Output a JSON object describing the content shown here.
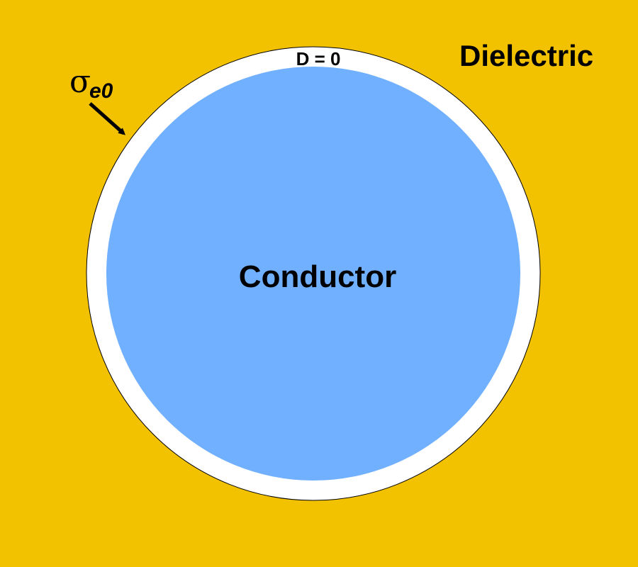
{
  "colors": {
    "dielectric": "#F2C200",
    "gap": "#FFFFFF",
    "conductor": "#70B0FF",
    "outline": "#000000",
    "text": "#000000"
  },
  "labels": {
    "dielectric": "Dielectric",
    "conductor": "Conductor",
    "gap_field": "D = 0",
    "surface_charge_symbol": "σ",
    "surface_charge_subscript": "e0"
  },
  "icons": {
    "pointer": "arrow-icon"
  }
}
